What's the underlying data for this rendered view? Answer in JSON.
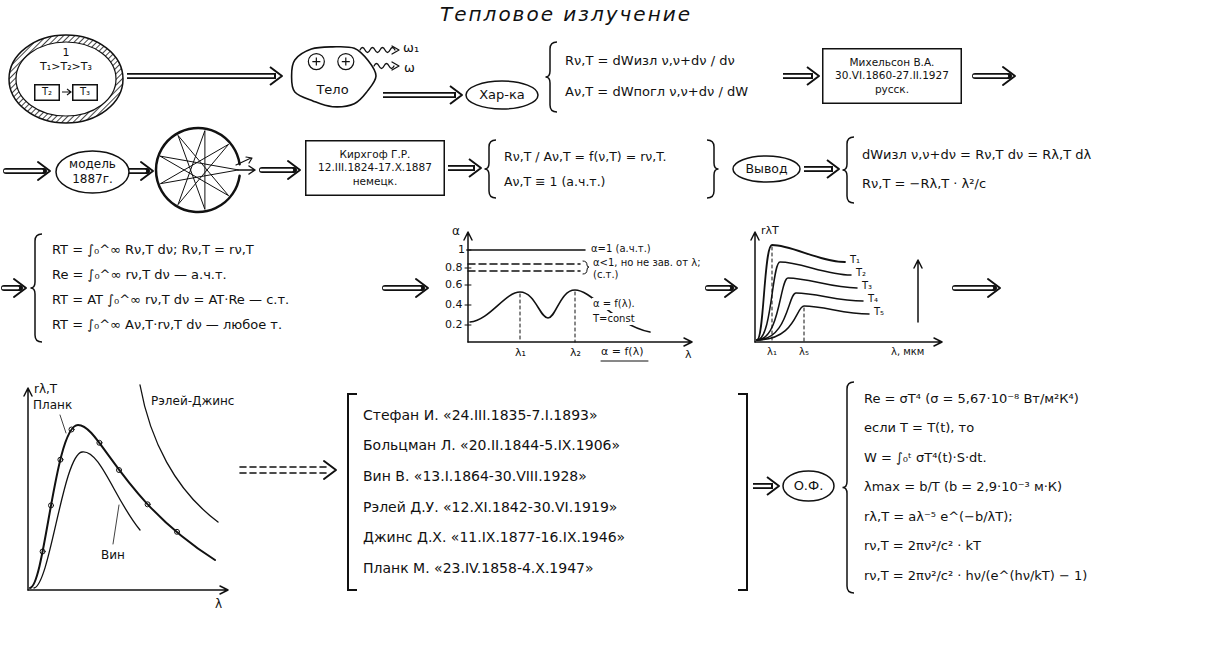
{
  "diagram": {
    "title": "Тепловое излучение",
    "nodes": [
      {
        "text": [
          "1",
          "T₁>T₂>T₃"
        ]
      },
      {
        "text": [
          "T₂"
        ],
        "in": 0
      },
      {
        "text": [
          "T₃"
        ],
        "in": 0
      },
      {
        "text": [
          "Тело"
        ]
      },
      {
        "text": [
          "Хар-ка"
        ]
      },
      {
        "text": [
          "Rν,T = dWизл ν,ν+dν / dν",
          "Aν,T = dWпогл ν,ν+dν / dW"
        ]
      },
      {
        "text": [
          "Михельсон В.А.",
          "30.VI.1860-27.II.1927",
          "русск."
        ]
      },
      {
        "text": [
          "модель 1887г."
        ]
      },
      {
        "text": [
          "Кирхгоф Г.Р.",
          "12.III.1824-17.X.1887",
          "немецк."
        ]
      },
      {
        "text": [
          "Rν,T / Aν,T = f(ν,T) = rν,T.",
          "Aν,T ≡ 1 (а.ч.т.)"
        ]
      },
      {
        "text": [
          "Вывод"
        ]
      },
      {
        "text": [
          "dWизл ν,ν+dν = Rν,T dν = Rλ,T dλ",
          "Rν,T = −Rλ,T · λ²/c"
        ]
      },
      {
        "text": [
          "RT = ∫₀^∞ Rν,T dν; Rν,T = rν,T",
          "Re = ∫₀^∞ rν,T dν — а.ч.т.",
          "RT = AT ∫₀^∞ rν,T dν = AT·Re — с.т.",
          "RT = ∫₀^∞ Aν,T·rν,T dν — любое т."
        ]
      },
      {
        "text": [
          "Стефан И. «24.III.1835-7.I.1893»",
          "Больцман Л. «20.II.1844-5.IX.1906»",
          "Вин В. «13.I.1864-30.VIII.1928»",
          "Рэлей Д.У. «12.XI.1842-30.VI.1919»",
          "Джинс Д.Х. «11.IX.1877-16.IX.1946»",
          "Планк М. «23.IV.1858-4.X.1947»"
        ]
      },
      {
        "text": [
          "О.Ф."
        ]
      },
      {
        "text": [
          "Re = σT⁴ (σ = 5,67·10⁻⁸ Вт/м²К⁴)",
          "если T = T(t), то",
          "W = ∫₀ᵗ σT⁴(t)·S·dt.",
          "λmax = b/T (b = 2,9·10⁻³ м·К)",
          "rλ,T = aλ⁻⁵ e^(−b/λT);",
          "rν,T = 2πν²/c² · kT",
          "rν,T = 2πν²/c² · hν/(e^(hν/kT) − 1)"
        ]
      }
    ],
    "edges": [
      {
        "from": 0,
        "to": 3,
        "arrow": "to"
      },
      {
        "from": 3,
        "to": 4,
        "arrow": "to"
      },
      {
        "from": 5,
        "to": 6,
        "arrow": "to"
      },
      {
        "from": 8,
        "to": 9,
        "arrow": "to"
      },
      {
        "from": 10,
        "to": 11,
        "arrow": "to"
      },
      {
        "from": 13,
        "to": 14,
        "arrow": "to"
      }
    ],
    "labels": [
      "ω₁",
      "ω",
      "α",
      "1",
      "0.8",
      "0.6",
      "0.4",
      "0.2",
      "α=1 (а.ч.т.)",
      "α<1, но не зав. от λ; (с.т.)",
      "α = f(λ).",
      "T=const",
      "λ₁",
      "λ₂",
      "λ",
      "α = f(λ)",
      "rλT",
      "T₁",
      "T₂",
      "T₃",
      "T₄",
      "T₅",
      "λ₁",
      "λ₅",
      "λ, мкм",
      "rλ,T",
      "Вин",
      "Планк",
      "Рэлей-Джинс",
      "λ"
    ]
  }
}
